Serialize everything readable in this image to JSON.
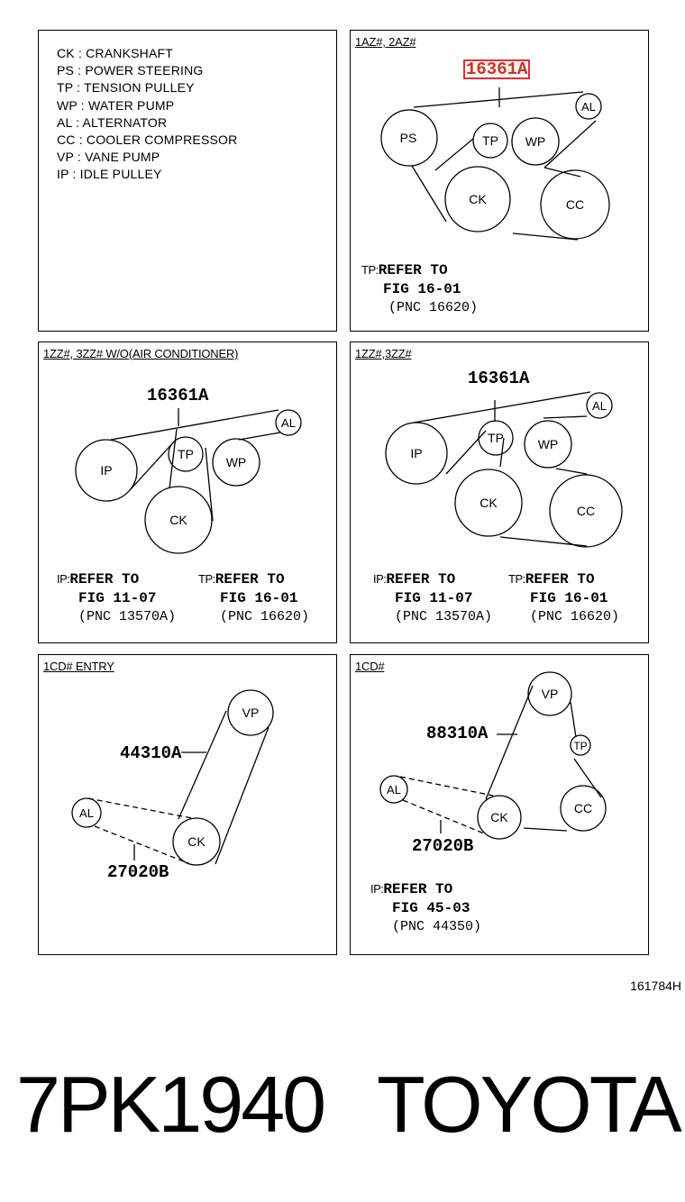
{
  "legend": [
    "CK : CRANKSHAFT",
    "PS : POWER STEERING",
    "TP : TENSION PULLEY",
    "WP : WATER PUMP",
    "AL : ALTERNATOR",
    "CC : COOLER COMPRESSOR",
    "VP : VANE PUMP",
    "IP : IDLE PULLEY"
  ],
  "panels": {
    "p1": {
      "title": "1AZ#, 2AZ#",
      "part": "16361A",
      "pulleys": {
        "ps": "PS",
        "tp": "TP",
        "wp": "WP",
        "al": "AL",
        "ck": "CK",
        "cc": "CC"
      },
      "ref": {
        "abbr": "TP:",
        "l1": "REFER TO",
        "l2": "FIG 16-01",
        "l3": "(PNC 16620)"
      }
    },
    "p2": {
      "title": "1ZZ#, 3ZZ#  W/O(AIR CONDITIONER)",
      "part": "16361A",
      "pulleys": {
        "ip": "IP",
        "tp": "TP",
        "wp": "WP",
        "al": "AL",
        "ck": "CK"
      },
      "ref_ip": {
        "abbr": "IP:",
        "l1": "REFER TO",
        "l2": "FIG 11-07",
        "l3": "(PNC 13570A)"
      },
      "ref_tp": {
        "abbr": "TP:",
        "l1": "REFER TO",
        "l2": "FIG 16-01",
        "l3": "(PNC 16620)"
      }
    },
    "p3": {
      "title": "1ZZ#,3ZZ#",
      "part": "16361A",
      "pulleys": {
        "ip": "IP",
        "tp": "TP",
        "wp": "WP",
        "al": "AL",
        "ck": "CK",
        "cc": "CC"
      },
      "ref_ip": {
        "abbr": "IP:",
        "l1": "REFER TO",
        "l2": "FIG 11-07",
        "l3": "(PNC 13570A)"
      },
      "ref_tp": {
        "abbr": "TP:",
        "l1": "REFER TO",
        "l2": "FIG 16-01",
        "l3": "(PNC 16620)"
      }
    },
    "p4": {
      "title": "1CD#  ENTRY",
      "part_a": "44310A",
      "part_b": "27020B",
      "pulleys": {
        "vp": "VP",
        "al": "AL",
        "ck": "CK"
      }
    },
    "p5": {
      "title": "1CD#",
      "part_a": "88310A",
      "part_b": "27020B",
      "pulleys": {
        "vp": "VP",
        "tp": "TP",
        "al": "AL",
        "ck": "CK",
        "cc": "CC"
      },
      "ref": {
        "abbr": "IP:",
        "l1": "REFER TO",
        "l2": "FIG 45-03",
        "l3": "(PNC 44350)"
      }
    }
  },
  "illustration_code": "161784H",
  "footer": {
    "code": "7PK1940",
    "brand": "TOYOTA"
  },
  "colors": {
    "highlight": "#d0343a",
    "line": "#000000"
  }
}
